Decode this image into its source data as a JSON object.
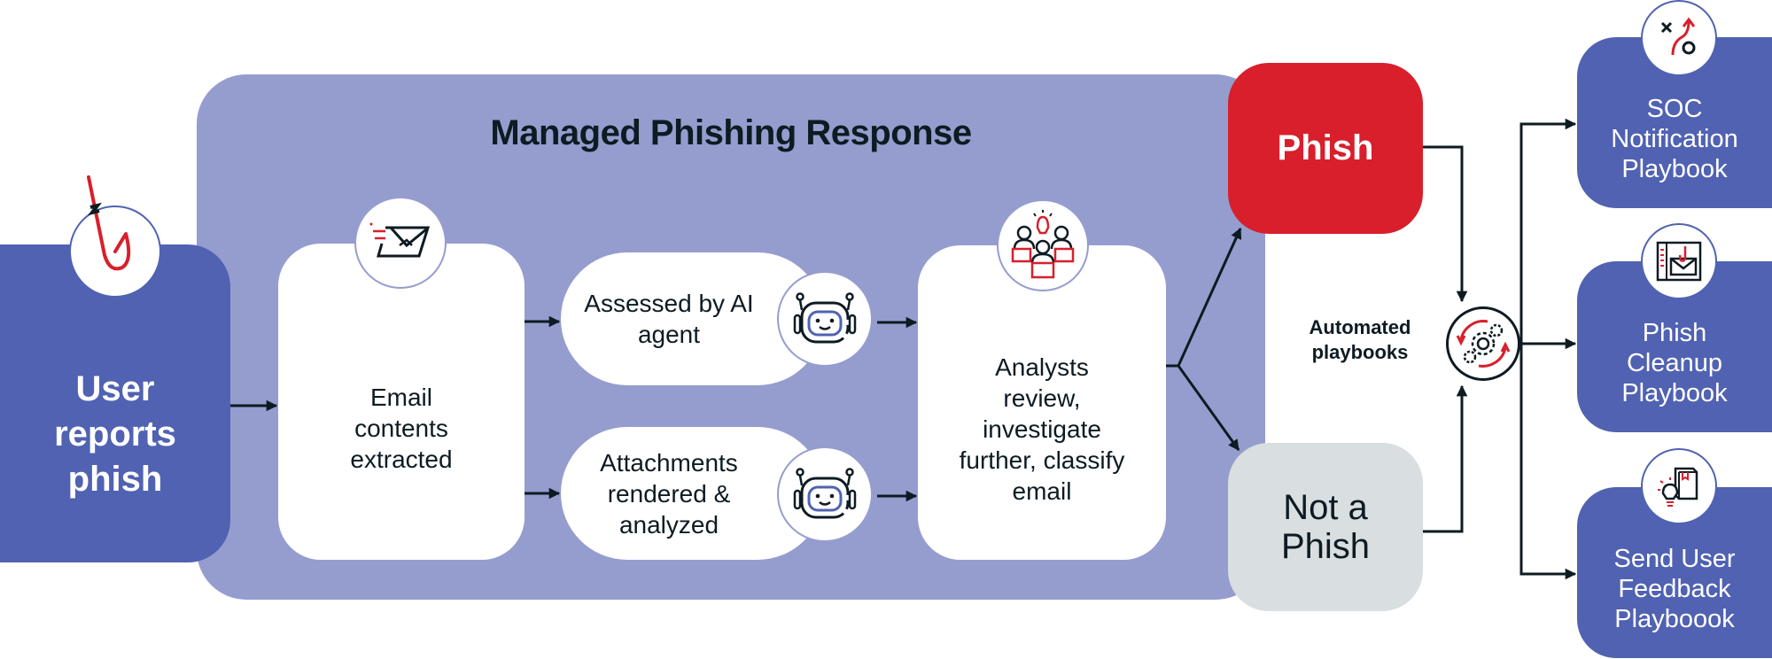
{
  "title": "Managed Phishing Response",
  "colors": {
    "container": "#959dcf",
    "primary_blue": "#5062b1",
    "phish_red": "#d81f2b",
    "not_phish_gray": "#d9dee0",
    "line": "#0d1b22"
  },
  "start": {
    "label": "User reports phish",
    "icon": "fishing-hook-icon"
  },
  "steps": {
    "email": {
      "label": "Email contents extracted",
      "icon": "envelope-icon"
    },
    "ai_assess": {
      "label": "Assessed by AI agent",
      "icon": "robot-icon"
    },
    "attachments": {
      "label": "Attachments rendered & analyzed",
      "icon": "robot-icon"
    },
    "analysts": {
      "label": "Analysts review, investigate further, classify email",
      "icon": "analysts-team-icon"
    }
  },
  "outcomes": {
    "phish": "Phish",
    "not_phish": "Not a Phish"
  },
  "automation": {
    "label": "Automated playbooks",
    "icon": "gears-cycle-icon"
  },
  "playbooks": [
    {
      "label": "SOC Notification Playbook",
      "icon": "strategy-icon"
    },
    {
      "label": "Phish Cleanup Playbook",
      "icon": "phish-email-icon"
    },
    {
      "label": "Send User Feedback Playboook",
      "icon": "knowledge-book-icon"
    }
  ]
}
